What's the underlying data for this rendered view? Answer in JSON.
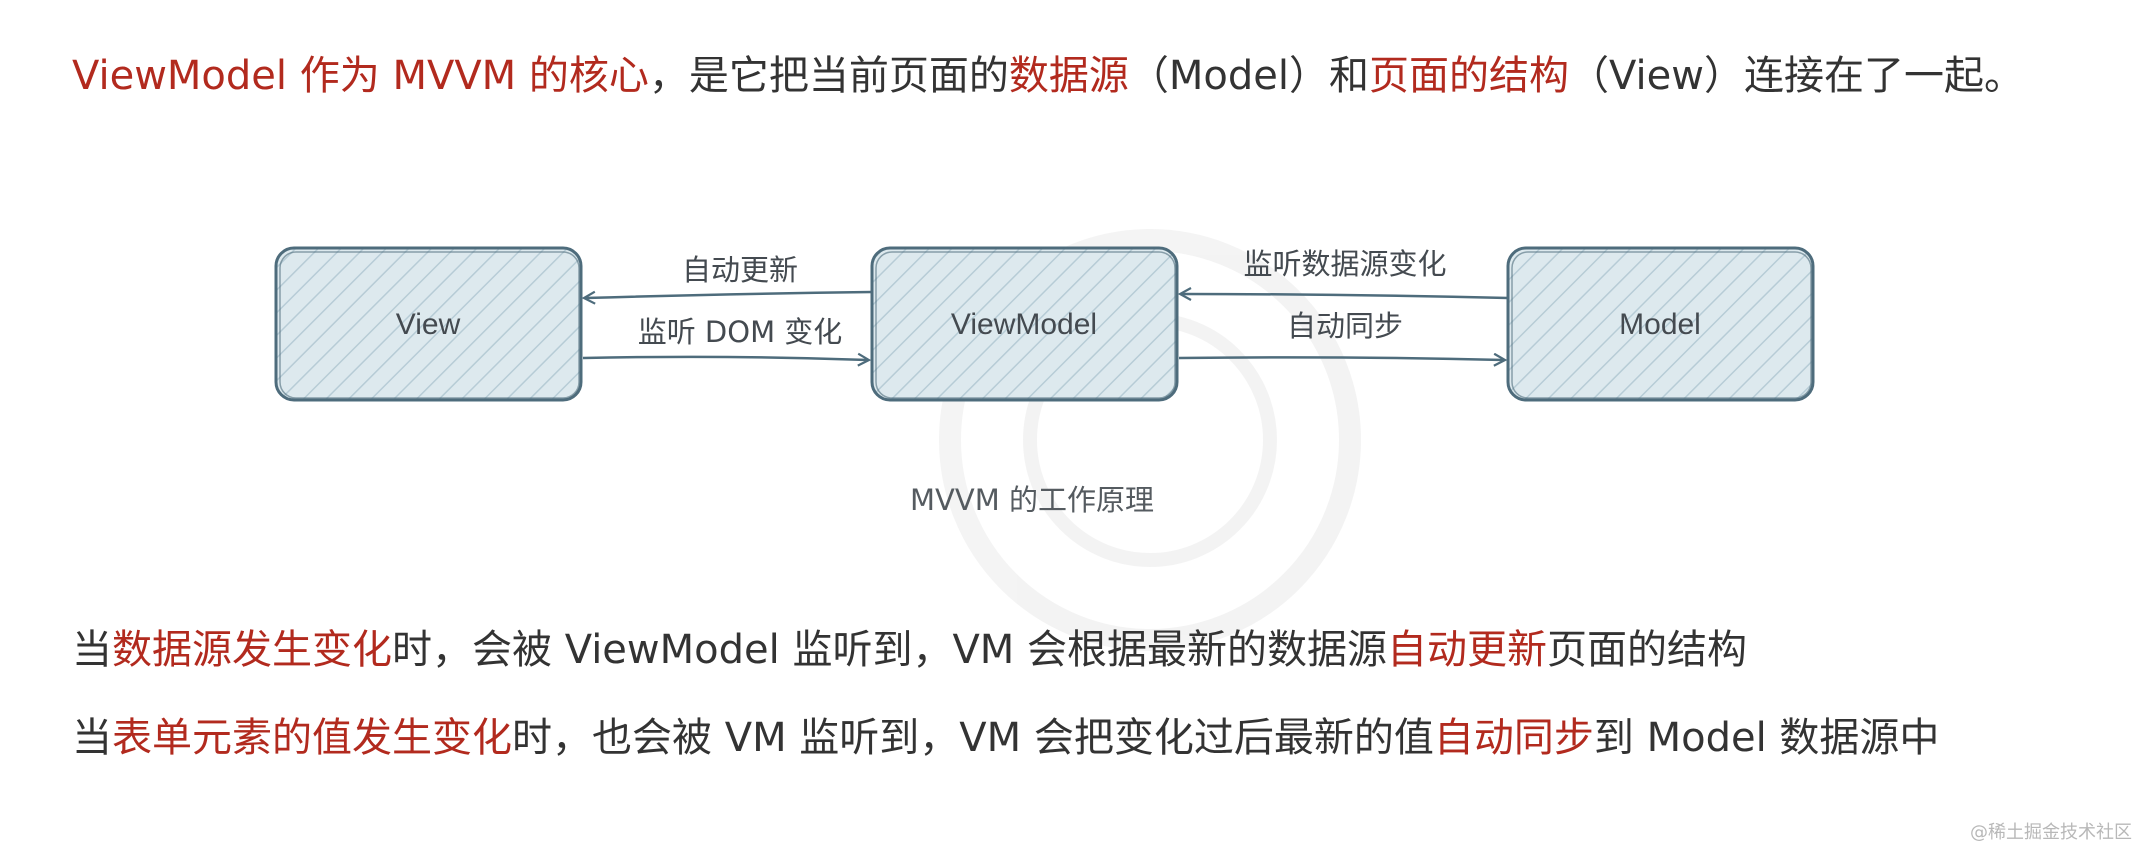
{
  "intro": {
    "p1": "ViewModel 作为 MVVM 的核心",
    "p2": "，是它把当前页面的",
    "p3": "数据源",
    "p4": "（Model）和",
    "p5": "页面的结构",
    "p6": "（View）连接在了一起。"
  },
  "diagram": {
    "nodes": {
      "view": "View",
      "viewmodel": "ViewModel",
      "model": "Model"
    },
    "edges": {
      "vm_to_view": "自动更新",
      "view_to_vm": "监听 DOM 变化",
      "model_to_vm": "监听数据源变化",
      "vm_to_model": "自动同步"
    },
    "caption": "MVVM 的工作原理"
  },
  "line_a": {
    "p1": "当",
    "p2": "数据源发生变化",
    "p3": "时，会被 ViewModel 监听到，VM 会根据最新的数据源",
    "p4": "自动更新",
    "p5": "页面的结构"
  },
  "line_b": {
    "p1": "当",
    "p2": "表单元素的值发生变化",
    "p3": "时，也会被 VM 监听到，VM 会把变化过后最新的值",
    "p4": "自动同步",
    "p5": "到 Model 数据源中"
  },
  "footer": {
    "site_mark": "@稀土掘金技术社区"
  },
  "colors": {
    "highlight": "#b22a1e",
    "box_fill": "#d7e6ec",
    "box_stroke": "#4e6c7c",
    "arrow": "#4e6c7c"
  }
}
